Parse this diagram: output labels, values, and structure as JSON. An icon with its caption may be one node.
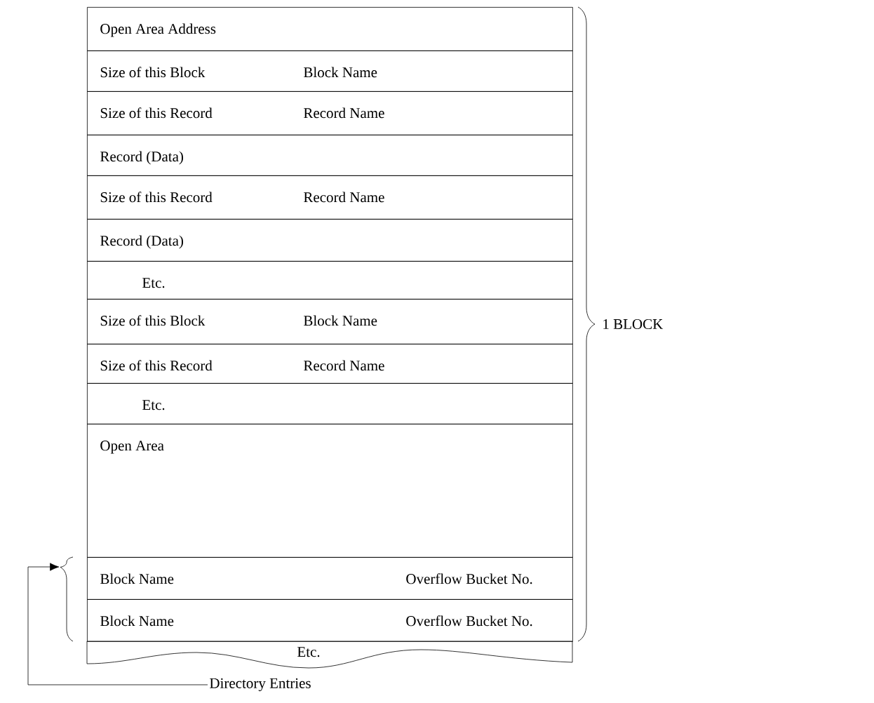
{
  "diagram": {
    "nodes": [
      {
        "text": [
          "Open Area Address"
        ]
      },
      {
        "text": [
          "Size of this Block",
          "Block Name"
        ]
      },
      {
        "text": [
          "Size of this Record",
          "Record Name"
        ]
      },
      {
        "text": [
          "Record (Data)"
        ]
      },
      {
        "text": [
          "Size of this Record",
          "Record Name"
        ]
      },
      {
        "text": [
          "Record (Data)"
        ]
      },
      {
        "text": [
          "Etc."
        ]
      },
      {
        "text": [
          "Size of this Block",
          "Block Name"
        ]
      },
      {
        "text": [
          "Size of this Record",
          "Record Name"
        ]
      },
      {
        "text": [
          "Etc."
        ]
      },
      {
        "text": [
          "Open Area"
        ]
      },
      {
        "text": [
          "Block Name",
          "Overflow Bucket No."
        ]
      },
      {
        "text": [
          "Block Name",
          "Overflow Bucket No."
        ]
      },
      {
        "text": [
          "Etc."
        ]
      },
      {
        "text": [
          "Directory Entries"
        ]
      },
      {
        "text": [],
        "shape": "brace"
      }
    ],
    "edges": [
      {
        "from": 14,
        "to": 15,
        "arrow": "to"
      }
    ],
    "labels": [
      "1 BLOCK"
    ]
  }
}
